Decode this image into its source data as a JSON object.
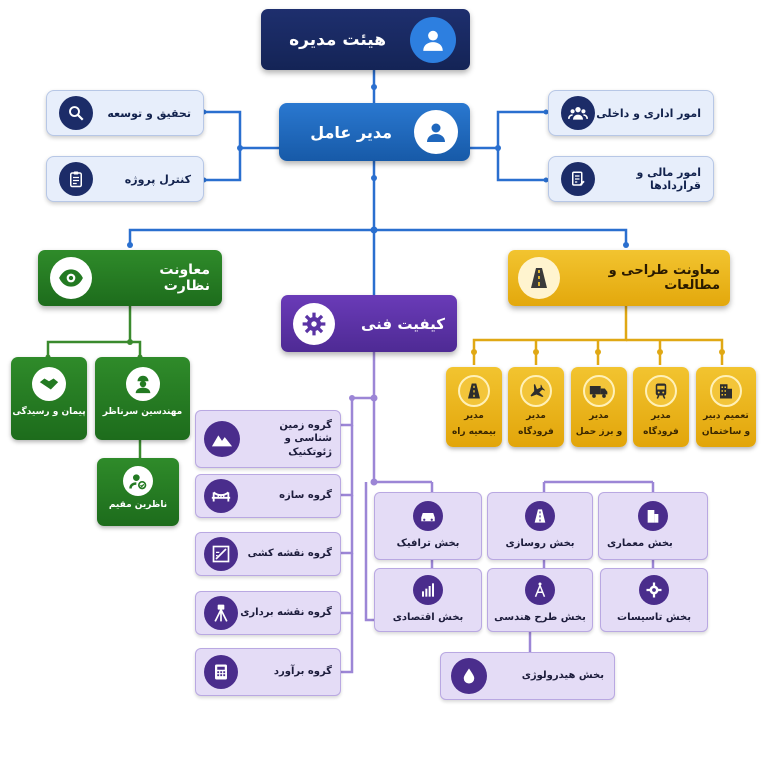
{
  "board": {
    "label": "هیئت مدیره"
  },
  "ceo": {
    "label": "مدیر عامل"
  },
  "left_support": [
    {
      "label": "تحقیق و توسعه",
      "icon": "search-icon"
    },
    {
      "label": "کنترل پروژه",
      "icon": "clipboard-icon"
    }
  ],
  "right_support": [
    {
      "label": "امور اداری و داخلی",
      "icon": "users-icon"
    },
    {
      "label": "امور مالی و قراردادها",
      "icon": "document-icon"
    }
  ],
  "deputies": {
    "supervision": {
      "label": "معاونت نظارت",
      "icon": "eye-icon"
    },
    "quality": {
      "label": "کیفیت فنی",
      "icon": "gear-icon"
    },
    "design": {
      "label": "معاونت طراحی و مطالعات",
      "icon": "road-icon"
    }
  },
  "supervision_units": [
    {
      "label": "مهندسین سرناظر",
      "icon": "engineer-icon"
    },
    {
      "label": "پیمان و رسیدگی",
      "icon": "handshake-icon"
    },
    {
      "label": "ناظرین مقیم",
      "icon": "inspector-icon"
    }
  ],
  "design_managers": [
    {
      "line1": "مدیر",
      "line2": "بیمعیه راه",
      "icon": "road-icon"
    },
    {
      "line1": "مدیر",
      "line2": "فرودگاه",
      "icon": "airplane-icon"
    },
    {
      "line1": "مدیر",
      "line2": "و برز حمل",
      "icon": "truck-icon"
    },
    {
      "line1": "مدیر",
      "line2": "فرودگاه",
      "icon": "train-icon"
    },
    {
      "line1": "تعمیم دبیر",
      "line2": "و ساختمان",
      "icon": "building-icon"
    }
  ],
  "groups": [
    {
      "label": "گروه زمین شناسی و ژئوتکنیک",
      "icon": "mountain-icon"
    },
    {
      "label": "گروه سازه",
      "icon": "bridge-icon"
    },
    {
      "label": "گروه نقشه کشی",
      "icon": "drafting-icon"
    },
    {
      "label": "گروه نقشه برداری",
      "icon": "tripod-icon"
    },
    {
      "label": "گروه برآورد",
      "icon": "calculator-icon"
    }
  ],
  "sections": [
    {
      "label": "بخش معماری",
      "icon": "building-icon"
    },
    {
      "label": "بخش روسازی",
      "icon": "road-icon"
    },
    {
      "label": "بخش ترافیک",
      "icon": "car-icon"
    },
    {
      "label": "بخش تاسیسات",
      "icon": "gear-icon"
    },
    {
      "label": "بخش طرح هندسی",
      "icon": "compass-icon"
    },
    {
      "label": "بخش اقتصادی",
      "icon": "bar-chart-icon"
    },
    {
      "label": "بخش هیدرولوژی",
      "icon": "water-drop-icon"
    }
  ],
  "colors": {
    "navy": "#162658",
    "blue": "#1f67bd",
    "green": "#237a22",
    "yellow": "#eab81d",
    "purple": "#5a33a4",
    "lavender": "#e4dcf6"
  }
}
